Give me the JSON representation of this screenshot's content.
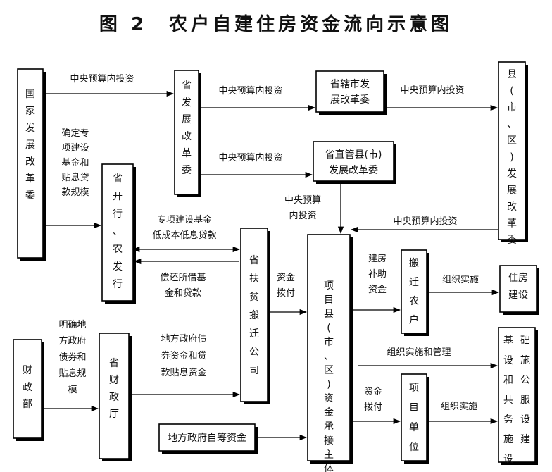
{
  "title": "图 2　农户自建住房资金流向示意图",
  "nodes": {
    "ndrc": "国家发展改革委",
    "prov_ndrc": "省发展改革委",
    "city_ndrc": [
      "省辖市发",
      "展改革委"
    ],
    "county_direct": [
      "省直管县(市)",
      "发展改革委"
    ],
    "county_ndrc": "县(市、区)发展改革委",
    "prov_bank": "省开行、农发行",
    "prov_poverty": "省扶贫搬迁公司",
    "project_county": "项目县(市、区)资金承接主体",
    "relocated": "搬迁农户",
    "housing": [
      "住房",
      "建设"
    ],
    "mof": "财政部",
    "prov_finance": "省财政厅",
    "local_fund": "地方政府自筹资金",
    "project_unit": "项目单位",
    "infra": "基础设施和公共服务设施建设"
  },
  "labels": {
    "l1": "中央预算内投资",
    "l2": "中央预算内投资",
    "l3": "中央预算内投资",
    "l4": "中央预算内投资",
    "l5": [
      "中央预算",
      "内投资"
    ],
    "l6": "中央预算内投资",
    "l7": [
      "确定专",
      "项建设",
      "基金和",
      "贴息贷",
      "款规模"
    ],
    "l8": [
      "专项建设基金",
      "低成本低息贷款"
    ],
    "l9": [
      "偿还所借基",
      "金和贷款"
    ],
    "l10": [
      "资金",
      "拨付"
    ],
    "l11": [
      "建房",
      "补助",
      "资金"
    ],
    "l12": "组织实施",
    "l13": [
      "明确地",
      "方政府",
      "债券和",
      "贴息规",
      "模"
    ],
    "l14": [
      "地方政府债",
      "券资金和贷",
      "款贴息资金"
    ],
    "l15": "组织实施和管理",
    "l16": [
      "资金",
      "拨付"
    ],
    "l17": "组织实施"
  }
}
